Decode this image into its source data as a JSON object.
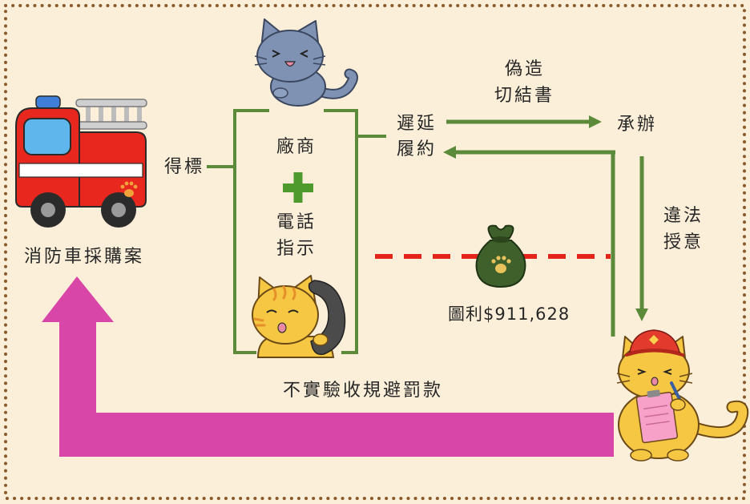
{
  "colors": {
    "background": "#fcefd9",
    "border_dots": "#8b5a2b",
    "flow_green": "#5b8a3b",
    "plus_green": "#4f9a2c",
    "dashed_red": "#e3241b",
    "return_arrow": "#d846a8",
    "text": "#262626"
  },
  "icons": {
    "fire_truck": "fire-truck-icon",
    "vendor_cat": "blue-cat-icon",
    "phone_cat": "orange-cat-phone-icon",
    "plus": "plus-icon",
    "money_bag": "money-bag-icon",
    "handler_cat": "firefighter-cat-icon"
  },
  "labels": {
    "procurement_case": "消防車採購案",
    "won_bid": "得標",
    "vendor": "廠商",
    "phone_instruction": [
      "電話",
      "指示"
    ],
    "delayed_performance": [
      "遲延",
      "履約"
    ],
    "forged_affidavit": [
      "偽造",
      "切結書"
    ],
    "handler": "承辦",
    "illegal_instruction": [
      "違法",
      "授意"
    ],
    "profit": "圖利$911,628",
    "false_acceptance": "不實驗收規避罰款"
  }
}
